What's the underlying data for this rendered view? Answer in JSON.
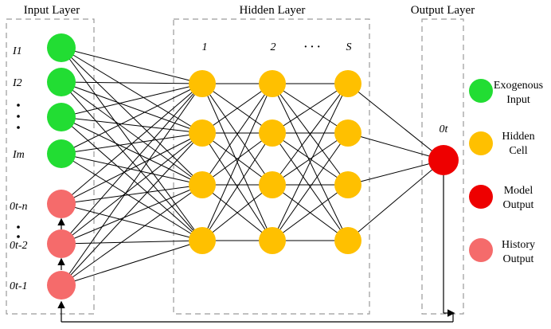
{
  "layers": {
    "input": "Input Layer",
    "hidden": "Hidden Layer",
    "output": "Output Layer"
  },
  "input_labels": [
    "I1",
    "I2",
    "Im",
    "0t-n",
    "0t-2",
    "0t-1"
  ],
  "hidden_labels": [
    "1",
    "2",
    "S"
  ],
  "output_label": "0t",
  "ellipsis_h": "· · ·",
  "legend": {
    "exogenous": [
      "Exogenous",
      "Input"
    ],
    "hidden": [
      "Hidden",
      "Cell"
    ],
    "model": [
      "Model",
      "Output"
    ],
    "history": [
      "History",
      "Output"
    ]
  },
  "colors": {
    "green": "#22dd33",
    "orange": "#ffc000",
    "red": "#ee0000",
    "pink": "#f56b6b"
  }
}
